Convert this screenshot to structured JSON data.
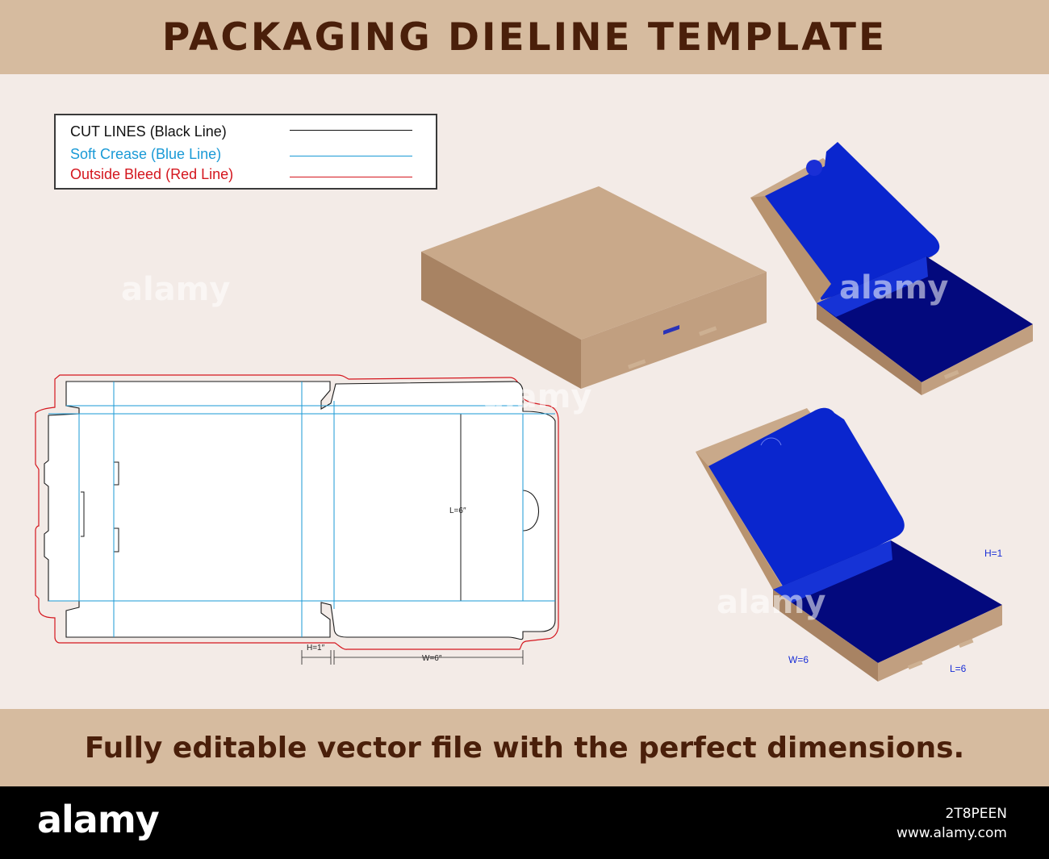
{
  "header": {
    "title": "PACKAGING DIELINE TEMPLATE"
  },
  "legend": {
    "items": [
      {
        "label": "CUT LINES (Black Line)",
        "color": "#111111"
      },
      {
        "label": "Soft Crease (Blue Line)",
        "color": "#1a9ad6"
      },
      {
        "label": "Outside Bleed (Red Line)",
        "color": "#d4161e"
      }
    ]
  },
  "dieline": {
    "length_label": "L=6″",
    "height_label": "H=1″",
    "width_label": "W=6″"
  },
  "mockup": {
    "height_label": "H=1",
    "width_label": "W=6",
    "length_label": "L=6"
  },
  "footer": {
    "tagline": "Fully editable vector file with the perfect dimensions."
  },
  "stock": {
    "logo": "alamy",
    "image_id": "2T8PEEN",
    "site": "www.alamy.com"
  },
  "colors": {
    "kraft": "#c9a98a",
    "kraft_dark": "#a88363",
    "inner_blue": "#0a1fd1",
    "header_bg": "#d6bb9f",
    "title_brown": "#4a1f0a"
  }
}
